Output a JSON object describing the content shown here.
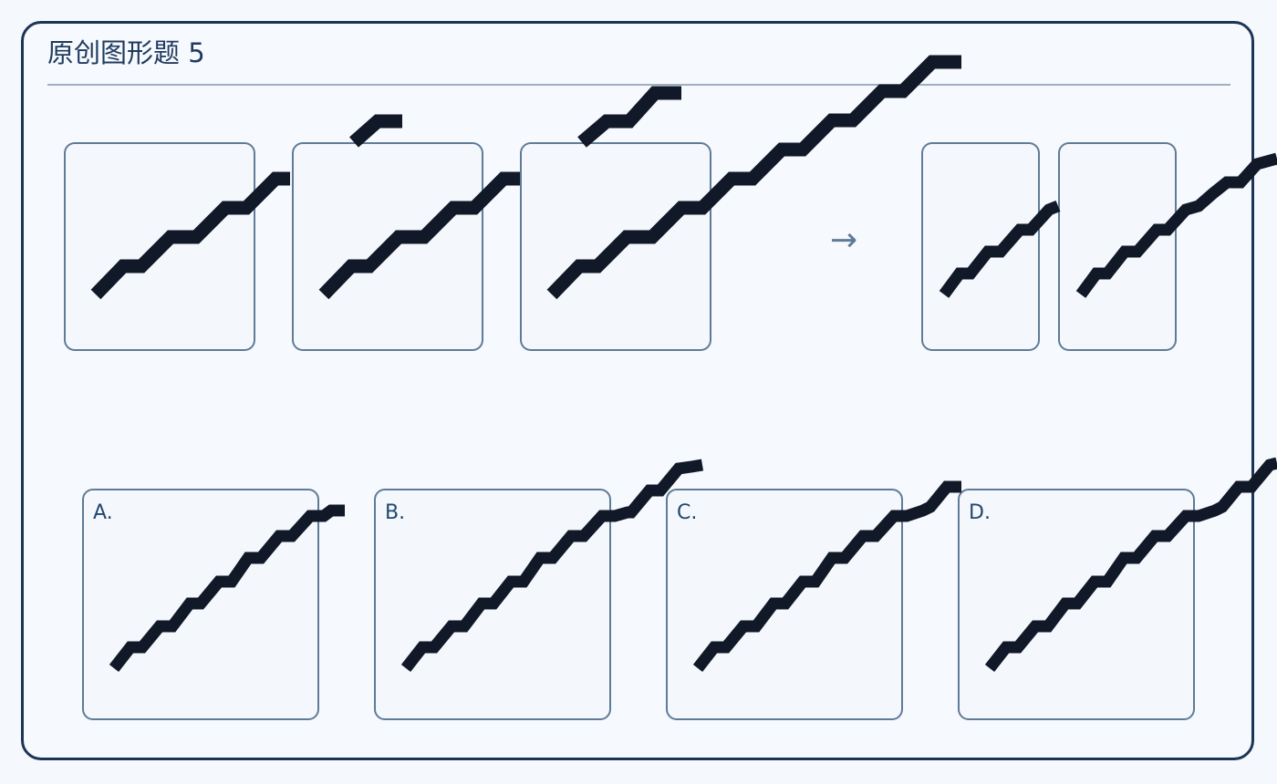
{
  "title": "原创图形题 5",
  "arrow_glyph": "→",
  "options": [
    {
      "label": "A."
    },
    {
      "label": "B."
    },
    {
      "label": "C."
    },
    {
      "label": "D."
    }
  ],
  "colors": {
    "stroke": "#111827",
    "frame_border": "#5f7b98",
    "frame_fill": "#f4f8fd",
    "title_text": "#1f3a5f",
    "option_label": "#22486f"
  }
}
